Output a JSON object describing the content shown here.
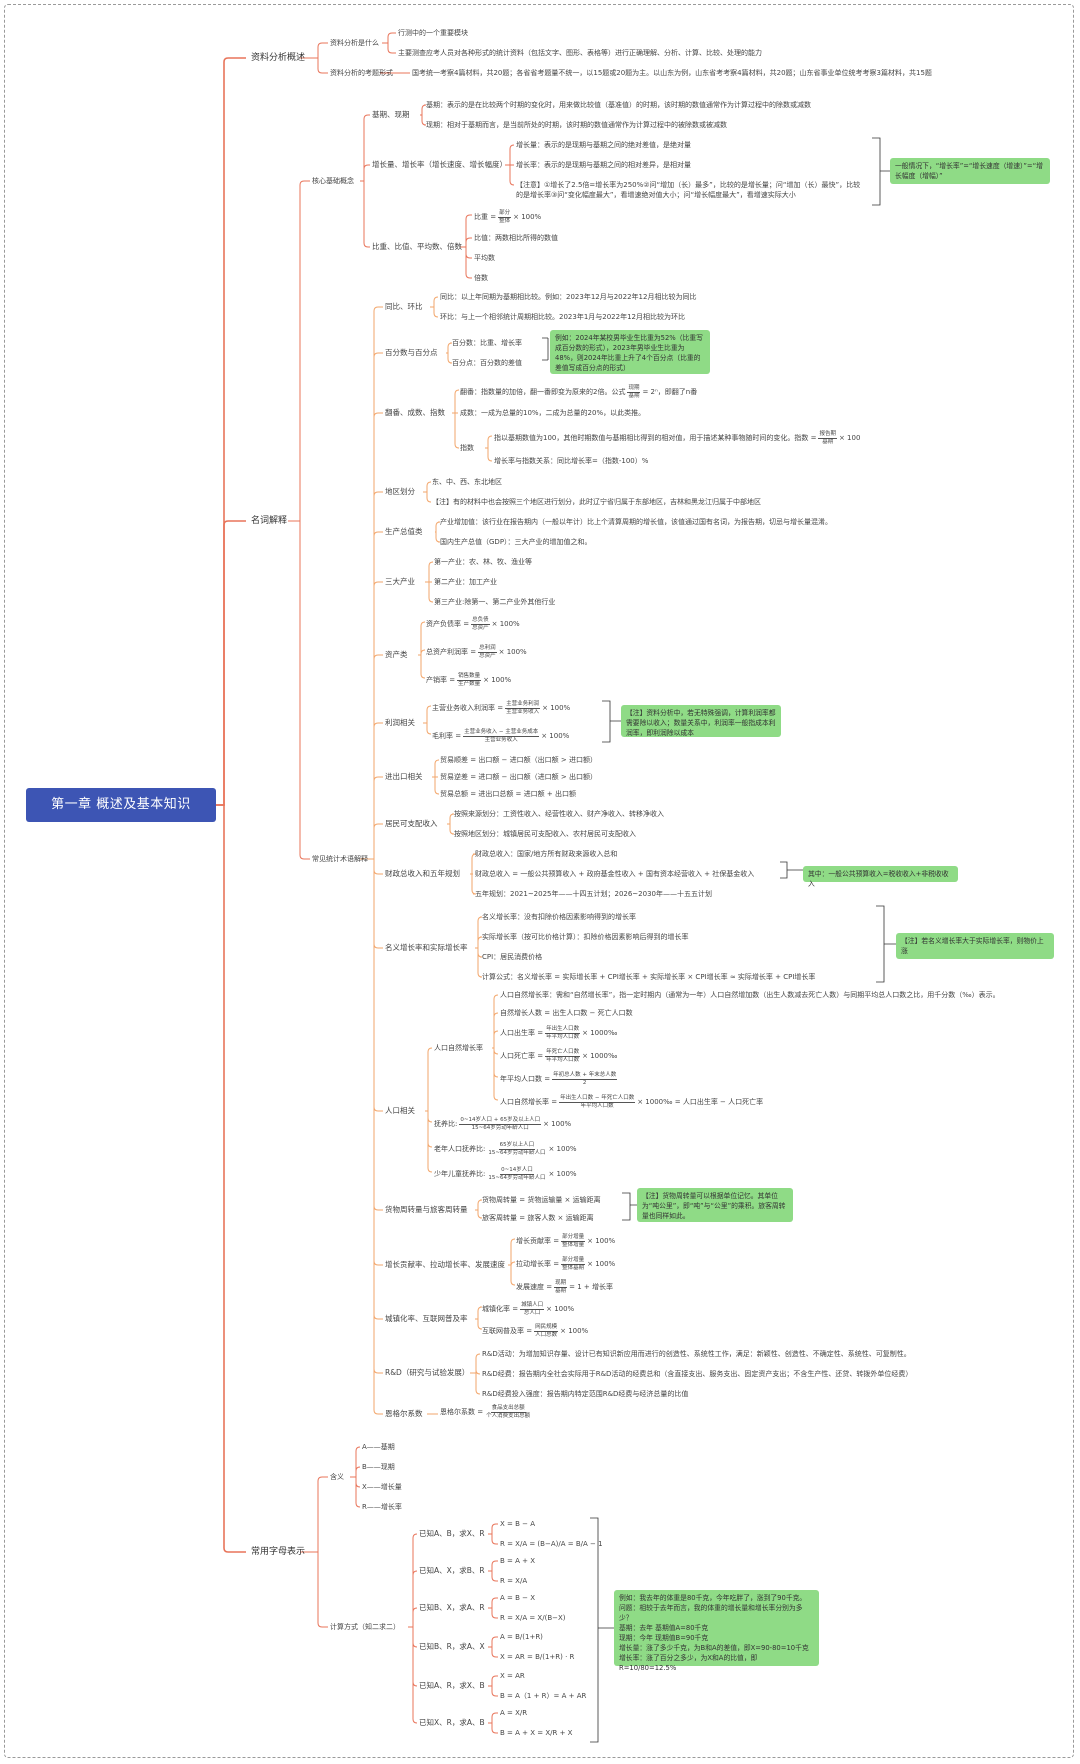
{
  "root": "第一章  概述及基本知识",
  "colors": {
    "root_bg": "#3d55b4",
    "line": "#e8745a",
    "line2": "#f2a66b",
    "note": "#8fdb86"
  },
  "b1": [
    "资料分析概述",
    "名词解释",
    "常用字母表示"
  ],
  "s1": {
    "l2": [
      "资料分析是什么",
      "资料分析的考题形式"
    ],
    "l3": [
      "行测中的一个重要模块",
      "主要测查应考人员对各种形式的统计资料（包括文字、图形、表格等）进行正确理解、分析、计算、比较、处理的能力",
      "国考统一考察4篇材料，共20题；各省省考题量不统一，以15题或20题为主。以山东为例，山东省考考察4篇材料，共20题；山东省事业单位统考考察3篇材料，共15题"
    ]
  },
  "s2": {
    "l2": [
      "核心基础概念",
      "常见统计术语解释"
    ],
    "core": {
      "l3": [
        "基期、现期",
        "增长量、增长率（增长速度、增长幅度）",
        "比重、比值、平均数、倍数"
      ],
      "jq": [
        "基期：表示的是在比较两个时期的变化时，用来做比较值（基准值）的时期，该时期的数值通常作为计算过程中的除数或减数",
        "现期：相对于基期而言，是当前所处的时期，该时期的数值通常作为计算过程中的被除数或被减数"
      ],
      "zz": [
        "增长量：表示的是现期与基期之间的绝对差值，是绝对量",
        "增长率：表示的是现期与基期之间的相对差异，是相对量",
        "【注意】①增长了2.5倍=增长率为250%②问“增加（长）最多”，比较的是增长量；问“增加（长）最快”，比较的是增长率③问“变化幅度最大”，看增速绝对值大小；问“增长幅度最大”，看增速实际大小"
      ],
      "zz_note": "一般情况下，“增长率”=“增长速度（增速）”=“增长幅度（增幅）”",
      "bz": [
        "比重 =",
        "部分",
        "整体",
        "× 100%",
        "比值：两数相比所得的数值",
        "平均数",
        "倍数"
      ]
    },
    "terms": {
      "l3": [
        "同比、环比",
        "百分数与百分点",
        "翻番、成数、指数",
        "地区划分",
        "生产总值类",
        "三大产业",
        "资产类",
        "利润相关",
        "进出口相关",
        "居民可支配收入",
        "财政总收入和五年规划",
        "名义增长率和实际增长率",
        "人口相关",
        "货物周转量与旅客周转量",
        "增长贡献率、拉动增长率、发展速度",
        "城镇化率、互联网普及率",
        "R&D（研究与试验发展）",
        "恩格尔系数"
      ],
      "tb": [
        "同比：以上年同期为基期相比较。例如：2023年12月与2022年12月相比较为同比",
        "环比：与上一个相邻统计周期相比较。2023年1月与2022年12月相比较为环比"
      ],
      "bfs": [
        "百分数：比重、增长率",
        "百分点：百分数的差值"
      ],
      "bfs_note": "例如：2024年某校男毕业生比重为52%（比重写成百分数的形式），2023年男毕业生比重为48%，则2024年比重上升了4个百分点（比重的差值写成百分点的形式）",
      "ff": [
        "翻番：指数量的加倍，翻一番即变为原来的2倍。公式",
        "现期",
        "基期",
        "= 2ⁿ，即翻了n番",
        "成数：一成为总量的10%，二成为总量的20%，以此类推。",
        "指数",
        "指以基期数值为100，其他时期数值与基期相比得到的相对值，用于描述某种事物随时间的变化。指数 =",
        "报告期",
        "基期",
        "× 100",
        "增长率与指数关系：同比增长率=（指数-100）%"
      ],
      "dq": [
        "东、中、西、东北地区",
        "【注】有的材料中也会按照三个地区进行划分，此时辽宁省归属于东部地区，吉林和黑龙江归属于中部地区"
      ],
      "sc": [
        "产业增加值：该行业在报告期内（一般以年计）比上个清算周期的增长值，该值通过国有名词，为报告期，切忌与增长量混淆。",
        "国内生产总值（GDP）：三大产业的增加值之和。"
      ],
      "cy": [
        "第一产业：农、林、牧、渔业等",
        "第二产业：加工产业",
        "第三产业:除第一、第二产业外其他行业"
      ],
      "zc": [
        "资产负债率 =",
        "总负债",
        "总资产",
        "× 100%",
        "总资产利润率 =",
        "总利润",
        "总资产",
        "× 100%",
        "产销率 =",
        "销售数量",
        "生产数量",
        "× 100%"
      ],
      "lr": [
        "主营业务收入利润率 =",
        "主营业务利润",
        "主营业务收入",
        "× 100%",
        "毛利率 =",
        "主营业务收入 − 主营业务成本",
        "主营业务收入",
        "× 100%"
      ],
      "lr_note": "【注】资料分析中，若无特殊强调，计算利润率都需要除以收入；数量关系中，利润率一般指成本利润率，即利润除以成本",
      "jck": [
        "贸易顺差 = 出口额 − 进口额（出口额 > 进口额）",
        "贸易逆差 = 进口额 − 出口额（进口额 > 出口额）",
        "贸易总额 = 进出口总额 = 进口额 + 出口额"
      ],
      "jm": [
        "按照来源划分：工资性收入、经营性收入、财产净收入、转移净收入",
        "按照地区划分：城镇居民可支配收入、农村居民可支配收入"
      ],
      "cz": [
        "财政总收入：国家/地方所有财政来源收入总和",
        "财政总收入 = 一般公共预算收入 + 政府基金性收入 + 国有资本经营收入 + 社保基金收入",
        "五年规划：2021~2025年——十四五计划；2026~2030年——十五五计划"
      ],
      "cz_note": "其中：一般公共预算收入=税收收入+非税收收入",
      "my": [
        "名义增长率：没有扣除价格因素影响得到的增长率",
        "实际增长率（按可比价格计算）：扣除价格因素影响后得到的增长率",
        "CPI：居民消费价格",
        "计算公式：名义增长率 = 实际增长率 + CPI增长率 + 实际增长率 × CPI增长率 ≈ 实际增长率 + CPI增长率"
      ],
      "my_note": "【注】若名义增长率大于实际增长率，则物价上涨",
      "rk": {
        "l4": [
          "人口自然增长率",
          "抚养比:",
          "老年人口抚养比:",
          "少年儿童抚养比:"
        ],
        "zr": [
          "人口自然增长率：需和“自然增长率”，指一定时期内（通常为一年）人口自然增加数（出生人数减去死亡人数）与同期平均总人口数之比，用千分数（‰）表示。",
          "自然增长人数 = 出生人口数 − 死亡人口数",
          "人口出生率 =",
          "年出生人口数",
          "年平均人口数",
          "× 1000‰",
          "人口死亡率 =",
          "年死亡人口数",
          "年平均人口数",
          "× 1000‰",
          "年平均人口数 =",
          "年初总人数 + 年末总人数",
          "2",
          "人口自然增长率 =",
          "年出生人口数 − 年死亡人口数",
          "年平均人口数",
          "× 1000‰ = 人口出生率 − 人口死亡率"
        ],
        "fy": [
          "0~14岁人口 + 65岁及以上人口",
          "15~64岁劳动年龄人口",
          "× 100%",
          "65岁以上人口",
          "15~64岁劳动年龄人口",
          "× 100%",
          "0~14岁人口",
          "15~64岁劳动年龄人口",
          "× 100%"
        ]
      },
      "hw": [
        "货物周转量 = 货物运输量 × 运输距离",
        "旅客周转量 = 旅客人数 × 运输距离"
      ],
      "hw_note": "【注】货物周转量可以根据单位记忆。其单位为“吨公里”，即“吨”与“公里”的乘积。旅客周转量也同样如此。",
      "gx": [
        "增长贡献率 =",
        "部分增量",
        "整体增量",
        "× 100%",
        "拉动增长率 =",
        "部分增量",
        "整体基期",
        "× 100%",
        "发展速度 =",
        "现期",
        "基期",
        "= 1 + 增长率"
      ],
      "cz2": [
        "城镇化率 =",
        "城镇人口",
        "总人口",
        "× 100%",
        "互联网普及率 =",
        "网民规模",
        "人口总数",
        "× 100%"
      ],
      "rd": [
        "R&D活动：为增加知识存量、设计已有知识新应用而进行的创造性、系统性工作，满足：新颖性、创造性、不确定性、系统性、可复制性。",
        "R&D经费：报告期内全社会实际用于R&D活动的经费总和（含直接支出、服务支出、固定资产支出；不含生产性、还贷、转拨外单位经费）",
        "R&D经费投入强度：报告期内特定范围R&D经费与经济总量的比值"
      ],
      "eg": [
        "恩格尔系数 =",
        "食品支出总额",
        "个人消费支出总额"
      ]
    }
  },
  "s3": {
    "l2": [
      "含义",
      "计算方式（知二求二）"
    ],
    "hy": [
      "A——基期",
      "B——现期",
      "X——增长量",
      "R——增长率"
    ],
    "calc_l3": [
      "已知A、B，求X、R",
      "已知A、X，求B、R",
      "已知B、X，求A、R",
      "已知B、R，求A、X",
      "已知A、R，求X、B",
      "已知X、R，求A、B"
    ],
    "calc": [
      [
        "X = B − A",
        "R = X/A = (B−A)/A = B/A − 1"
      ],
      [
        "B = A + X",
        "R = X/A"
      ],
      [
        "A = B − X",
        "R = X/A = X/(B−X)"
      ],
      [
        "A = B/(1+R)",
        "X = AR = B/(1+R) · R"
      ],
      [
        "X = AR",
        "B = A（1 + R）= A + AR"
      ],
      [
        "A = X/R",
        "B = A + X = X/R + X"
      ]
    ],
    "note": "例如：我去年的体重是80千克，今年吃胖了，涨到了90千克。\n问题：相较于去年而言，我的体重的增长量和增长率分别为多少？\n基期：去年   基期值A=80千克\n现期：今年   现期值B=90千克\n增长量：涨了多少千克，为B和A的差值，即X=90-80=10千克\n增长率：涨了百分之多少，为X和A的比值，即R=10/80=12.5%"
  }
}
